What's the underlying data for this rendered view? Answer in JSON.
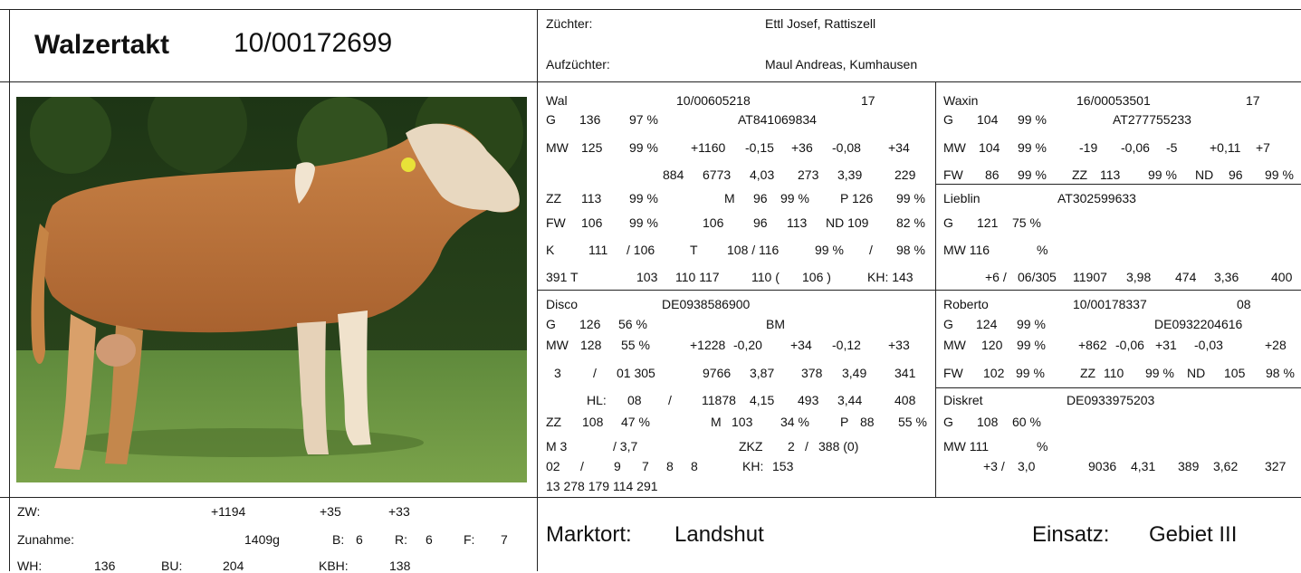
{
  "header": {
    "name": "Walzertakt",
    "id": "10/00172699",
    "breeder_label": "Züchter:",
    "breeder": "Ettl Josef, Rattiszell",
    "raiser_label": "Aufzüchter:",
    "raiser": "Maul Andreas, Kumhausen"
  },
  "father": {
    "r1": [
      "Wal",
      "10/00605218",
      "17"
    ],
    "r2": [
      "G",
      "136",
      "97 %",
      "AT841069834"
    ],
    "r3": [
      "MW",
      "125",
      "99 %",
      "+1160",
      "-0,15",
      "+36",
      "-0,08",
      "+34"
    ],
    "r4": [
      "884",
      "6773",
      "4,03",
      "273",
      "3,39",
      "229"
    ],
    "r5": [
      "ZZ",
      "113",
      "99 %",
      "M",
      "96",
      "99 %",
      "P 126",
      "99 %"
    ],
    "r6": [
      "FW",
      "106",
      "99 %",
      "106",
      "96",
      "113",
      "ND 109",
      "82 %"
    ],
    "r7": [
      "K",
      "111",
      "/ 106",
      "T",
      "108 / 116",
      "99 %",
      "/",
      "98 %"
    ],
    "r8": [
      "391 T",
      "103",
      "110 117",
      "110 (",
      "106 )",
      "KH: 143"
    ]
  },
  "ff": {
    "r1": [
      "Waxin",
      "16/00053501",
      "17"
    ],
    "r2": [
      "G",
      "104",
      "99 %",
      "AT277755233"
    ],
    "r3": [
      "MW",
      "104",
      "99 %",
      "-19",
      "-0,06",
      "-5",
      "+0,11",
      "+7"
    ],
    "r4": [
      "FW",
      "86",
      "99 %",
      "ZZ",
      "113",
      "99 %",
      "ND",
      "96",
      "99 %"
    ]
  },
  "fm": {
    "r1": [
      "Lieblin",
      "AT302599633"
    ],
    "r2": [
      "G",
      "121",
      "75 %"
    ],
    "r3": [
      "MW 116",
      "%"
    ],
    "r4": [
      "+6 /",
      "06/305",
      "11907",
      "3,98",
      "474",
      "3,36",
      "400"
    ]
  },
  "mother": {
    "r1": [
      "Disco",
      "DE0938586900"
    ],
    "r2": [
      "G",
      "126",
      "56 %",
      "BM"
    ],
    "r3": [
      "MW",
      "128",
      "55 %",
      "+1228",
      "-0,20",
      "+34",
      "-0,12",
      "+33"
    ],
    "r4": [
      "3",
      "/",
      "01 305",
      "9766",
      "3,87",
      "378",
      "3,49",
      "341"
    ],
    "r5": [
      "HL:",
      "08",
      "/",
      "11878",
      "4,15",
      "493",
      "3,44",
      "408"
    ],
    "r6": [
      "ZZ",
      "108",
      "47 %",
      "M",
      "103",
      "34 %",
      "P",
      "88",
      "55 %"
    ],
    "r7": [
      "M 3",
      "/ 3,7",
      "ZKZ",
      "2",
      "/",
      "388 (0)"
    ],
    "r8": [
      "02",
      "/",
      "9",
      "7",
      "8",
      "8",
      "KH:",
      "153"
    ],
    "r9": [
      "13 278 179 114 291"
    ]
  },
  "mf": {
    "r1": [
      "Roberto",
      "10/00178337",
      "08"
    ],
    "r2": [
      "G",
      "124",
      "99 %",
      "DE0932204616"
    ],
    "r3": [
      "MW",
      "120",
      "99 %",
      "+862",
      "-0,06",
      "+31",
      "-0,03",
      "+28"
    ],
    "r4": [
      "FW",
      "102",
      "99 %",
      "ZZ",
      "110",
      "99 %",
      "ND",
      "105",
      "98 %"
    ]
  },
  "mm": {
    "r1": [
      "Diskret",
      "DE0933975203"
    ],
    "r2": [
      "G",
      "108",
      "60 %"
    ],
    "r3": [
      "MW 111",
      "%"
    ],
    "r4": [
      "+3 /",
      "3,0",
      "9036",
      "4,31",
      "389",
      "3,62",
      "327"
    ]
  },
  "bottom": {
    "zw_label": "ZW:",
    "zw1": "+1194",
    "zw2": "+35",
    "zw3": "+33",
    "zun_label": "Zunahme:",
    "zun": "1409g",
    "b_label": "B:",
    "b": "6",
    "r_label": "R:",
    "r": "6",
    "f_label": "F:",
    "f": "7",
    "wh_label": "WH:",
    "wh": "136",
    "bu_label": "BU:",
    "bu": "204",
    "kbh_label": "KBH:",
    "kbh": "138",
    "market_label": "Marktort:",
    "market": "Landshut",
    "use_label": "Einsatz:",
    "use": "Gebiet III"
  },
  "colors": {
    "line": "#222222",
    "text": "#111111"
  }
}
